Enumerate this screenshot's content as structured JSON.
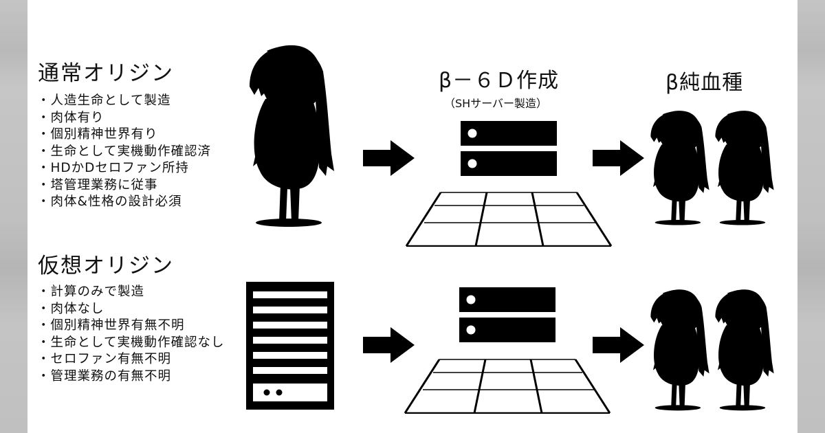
{
  "sections": [
    {
      "title": "通常オリジン",
      "bullets": [
        "人造生命として製造",
        "肉体有り",
        "個別精神世界有り",
        "生命として実機動作確認済",
        "HDかDセロファン所持",
        "塔管理業務に従事",
        "肉体&性格の設計必須"
      ],
      "source_icon": "girl-silhouette"
    },
    {
      "title": "仮想オリジン",
      "bullets": [
        "計算のみで製造",
        "肉体なし",
        "個別精神世界有無不明",
        "生命として実機動作確認なし",
        "セロファン有無不明",
        "管理業務の有無不明"
      ],
      "source_icon": "tower-server"
    }
  ],
  "stages": {
    "process": {
      "title": "β－６Ｄ作成",
      "subtitle": "（SHサーバー製造）",
      "icons": [
        "rack-server",
        "grid-floor"
      ]
    },
    "result": {
      "title": "β純血種",
      "icons": [
        "girl-silhouette",
        "girl-silhouette"
      ]
    }
  },
  "colors": {
    "ink": "#000000",
    "paper": "#ffffff",
    "backdrop": "#c2c2c2"
  }
}
